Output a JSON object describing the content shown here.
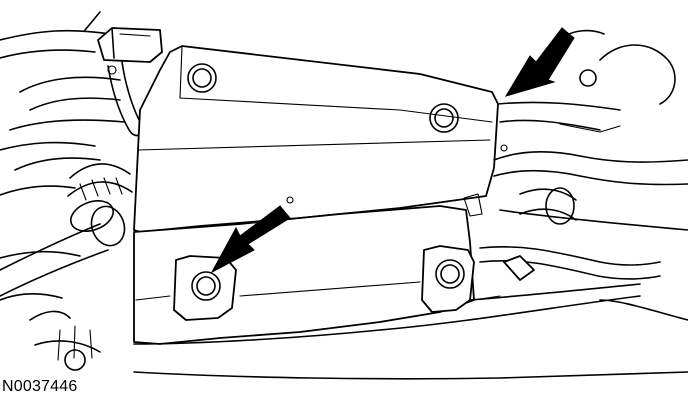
{
  "figure": {
    "id_label": "N0037446"
  },
  "callouts": [
    {
      "target": "upper-right-mount",
      "marker": "arrow"
    },
    {
      "target": "lower-left-bolt",
      "marker": "arrow"
    }
  ],
  "colors": {
    "ink": "#000000",
    "paper": "#ffffff"
  }
}
